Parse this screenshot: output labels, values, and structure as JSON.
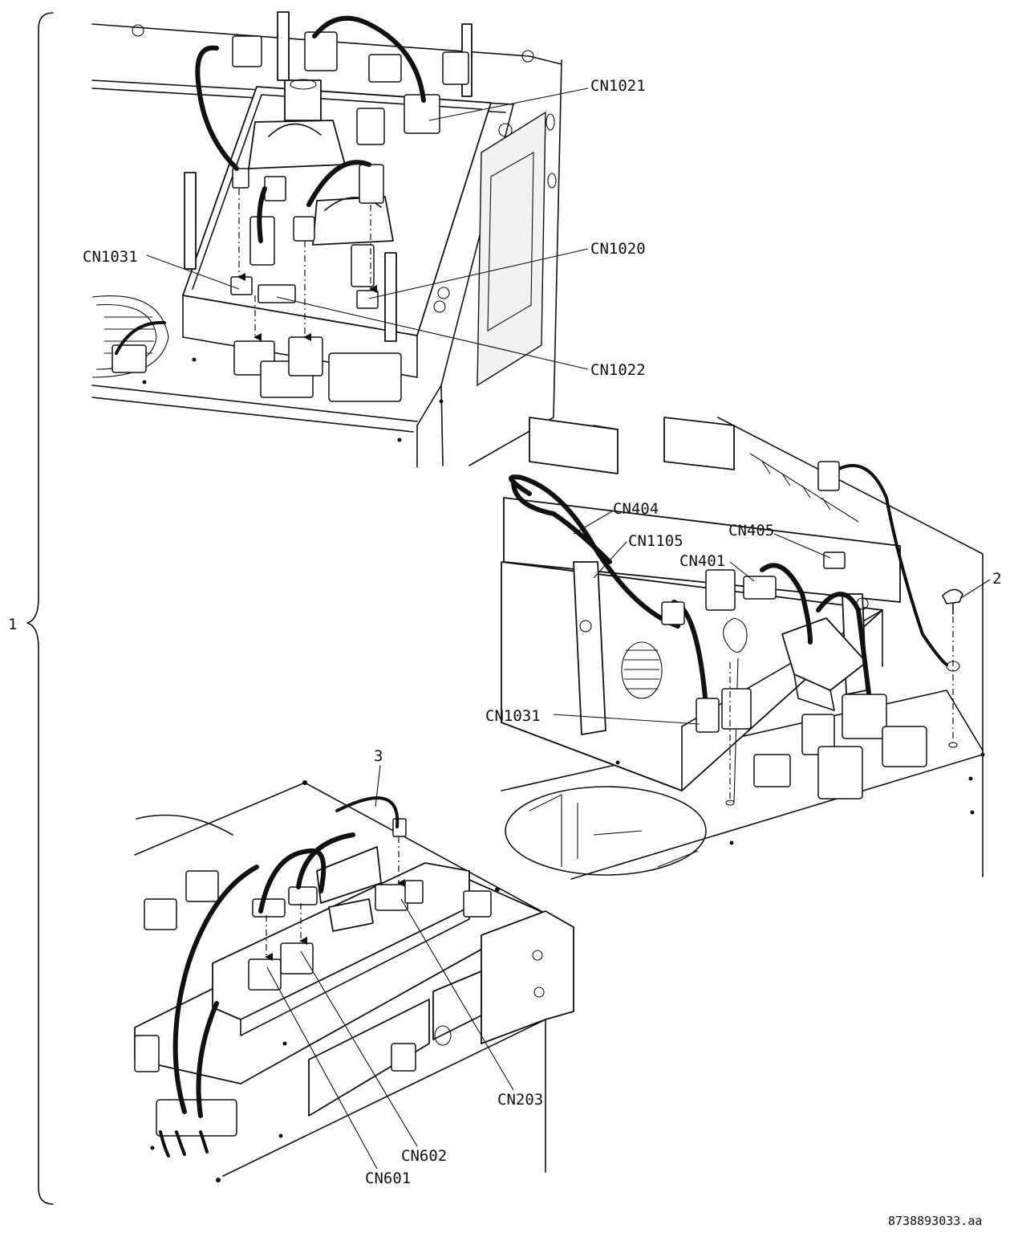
{
  "diagram": {
    "item_labels": {
      "assembly": "1",
      "screw": "2",
      "cable": "3"
    },
    "connectors": {
      "cn1021": "CN1021",
      "cn1020": "CN1020",
      "cn1022": "CN1022",
      "cn1031_top": "CN1031",
      "cn404": "CN404",
      "cn1105": "CN1105",
      "cn405": "CN405",
      "cn401": "CN401",
      "cn1031_right": "CN1031",
      "cn203": "CN203",
      "cn602": "CN602",
      "cn601": "CN601"
    },
    "drawing_code": "8738893033.aa"
  }
}
